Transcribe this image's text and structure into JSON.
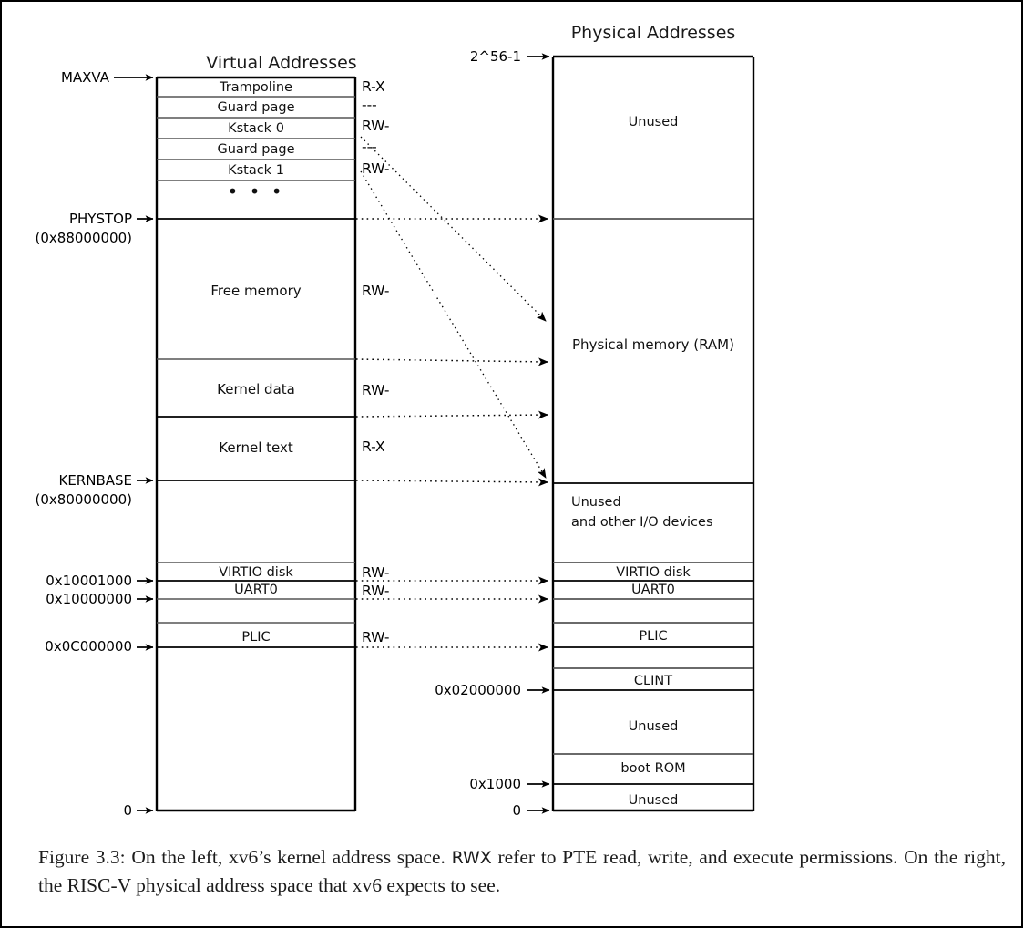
{
  "figure": {
    "number": "Figure 3.3:",
    "caption_part1": "On the left, xv6’s kernel address space. ",
    "caption_rwx": "RWX",
    "caption_part2": " refer to PTE read, write, and execute permissions. On the right, the RISC-V physical address space that xv6 expects to see."
  },
  "virtual": {
    "title": "Virtual Addresses",
    "rows": [
      {
        "label": "Trampoline",
        "perm": "R-X"
      },
      {
        "label": "Guard page",
        "perm": "---"
      },
      {
        "label": "Kstack 0",
        "perm": "RW-"
      },
      {
        "label": "Guard page",
        "perm": "---"
      },
      {
        "label": "Kstack 1",
        "perm": "RW-"
      },
      {
        "label": "• • •",
        "perm": ""
      },
      {
        "label": "Free memory",
        "perm": "RW-"
      },
      {
        "label": "Kernel data",
        "perm": "RW-"
      },
      {
        "label": "Kernel text",
        "perm": "R-X"
      },
      {
        "label": "VIRTIO disk",
        "perm": "RW-"
      },
      {
        "label": "UART0",
        "perm": "RW-"
      },
      {
        "label": "PLIC",
        "perm": "RW-"
      }
    ],
    "markers": [
      {
        "name": "MAXVA",
        "line1": "MAXVA",
        "line2": ""
      },
      {
        "name": "PHYSTOP",
        "line1": "PHYSTOP",
        "line2": "(0x88000000)"
      },
      {
        "name": "KERNBASE",
        "line1": "KERNBASE",
        "line2": "(0x80000000)"
      },
      {
        "name": "virtio",
        "line1": "0x10001000",
        "line2": ""
      },
      {
        "name": "uart0",
        "line1": "0x10000000",
        "line2": ""
      },
      {
        "name": "plic",
        "line1": "0x0C000000",
        "line2": ""
      },
      {
        "name": "zero",
        "line1": "0",
        "line2": ""
      }
    ]
  },
  "physical": {
    "title": "Physical Addresses",
    "rows": [
      {
        "label": "Unused"
      },
      {
        "label": "Physical memory (RAM)"
      },
      {
        "label": "Unused",
        "label2": "and other I/O devices"
      },
      {
        "label": "VIRTIO disk"
      },
      {
        "label": "UART0"
      },
      {
        "label": "PLIC"
      },
      {
        "label": "CLINT"
      },
      {
        "label": "Unused"
      },
      {
        "label": "boot ROM"
      },
      {
        "label": "Unused"
      }
    ],
    "markers": [
      {
        "name": "max",
        "label": "2^56-1"
      },
      {
        "name": "clint",
        "label": "0x02000000"
      },
      {
        "name": "rom",
        "label": "0x1000"
      },
      {
        "name": "zero",
        "label": "0"
      }
    ]
  },
  "colors": {
    "stroke": "#000000",
    "stroke_light": "#555555",
    "background": "#ffffff",
    "text": "#111111"
  }
}
